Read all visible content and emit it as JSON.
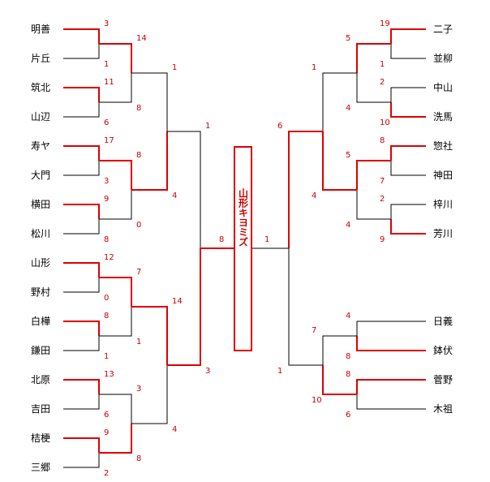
{
  "colors": {
    "win": "#dd0000",
    "lose": "#000000",
    "score": "#cc0000"
  },
  "champion": "山形キヨミズ",
  "left_teams": [
    "明善",
    "片丘",
    "筑北",
    "山辺",
    "寿ヤ",
    "大門",
    "横田",
    "松川",
    "山形",
    "野村",
    "白樺",
    "鎌田",
    "北原",
    "吉田",
    "桔梗",
    "三郷"
  ],
  "right_teams": [
    "二子",
    "並柳",
    "中山",
    "洗馬",
    "惣社",
    "神田",
    "梓川",
    "芳川",
    "日義",
    "鉢伏",
    "菅野",
    "木祖"
  ],
  "left_r1_scores": [
    [
      "3",
      "1"
    ],
    [
      "11",
      "6"
    ],
    [
      "17",
      "3"
    ],
    [
      "9",
      "8"
    ],
    [
      "12",
      "0"
    ],
    [
      "8",
      "1"
    ],
    [
      "13",
      "6"
    ],
    [
      "9",
      "2"
    ]
  ],
  "left_r2_scores": [
    [
      "14",
      "8"
    ],
    [
      "8",
      "0"
    ],
    [
      "7",
      "1"
    ],
    [
      "3",
      "8"
    ]
  ],
  "left_r3_scores": [
    [
      "1",
      "4"
    ],
    [
      "14",
      "4"
    ]
  ],
  "left_r4_scores": [
    [
      "1",
      "3"
    ]
  ],
  "left_final_score": "8",
  "right_r1_scores": [
    [
      "19",
      "1"
    ],
    [
      "2",
      "10"
    ],
    [
      "8",
      "7"
    ],
    [
      "2",
      "9"
    ]
  ],
  "right_r2_scores": [
    [
      "5",
      "4"
    ],
    [
      "5",
      "4"
    ],
    [
      "4",
      "8"
    ],
    [
      "8",
      "6"
    ]
  ],
  "right_r3_scores": [
    [
      "1",
      "4"
    ],
    [
      "7",
      "10"
    ]
  ],
  "right_r4_scores": [
    [
      "6",
      "1"
    ]
  ],
  "right_final_score": "1"
}
